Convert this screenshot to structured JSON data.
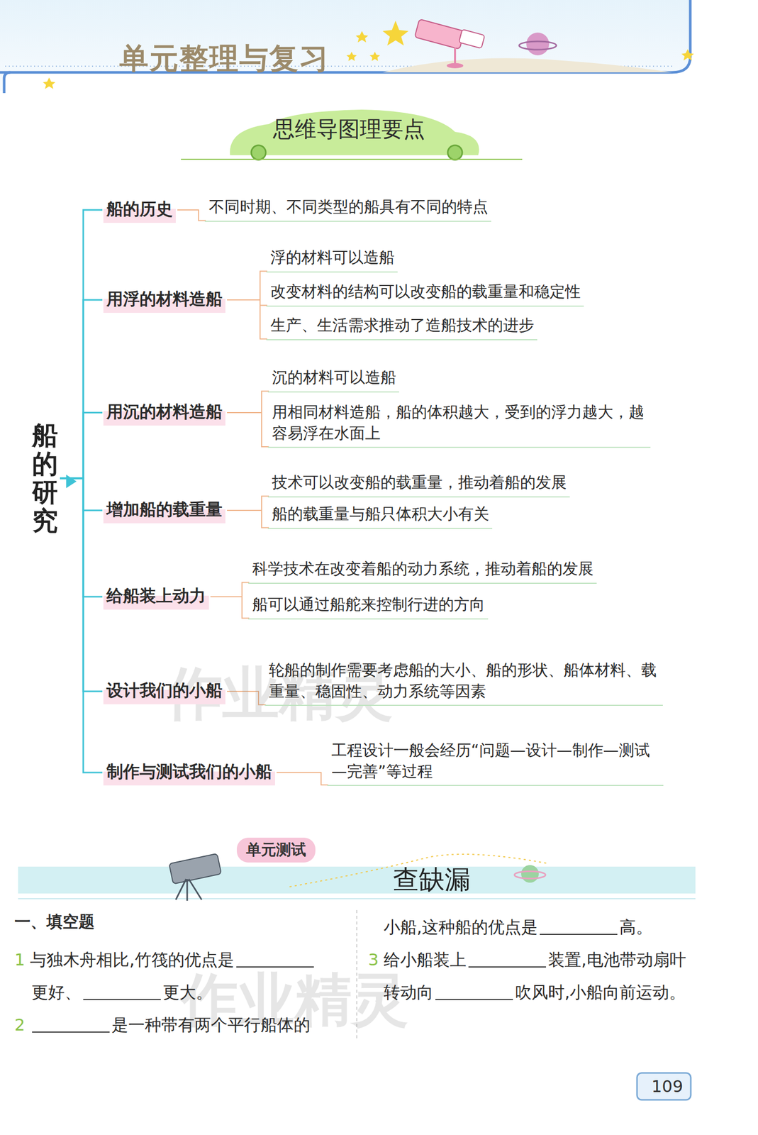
{
  "diagram": {
    "title": "单元整理与复习",
    "nodes": [
      {
        "text": [
          "船的研究"
        ]
      },
      {
        "text": [
          "船的历史"
        ]
      },
      {
        "text": [
          "不同时期、不同类型的船具有不同的特点"
        ]
      },
      {
        "text": [
          "用浮的材料造船"
        ]
      },
      {
        "text": [
          "浮的材料可以造船"
        ]
      },
      {
        "text": [
          "改变材料的结构可以改变船的载重量和稳定性"
        ]
      },
      {
        "text": [
          "生产、生活需求推动了造船技术的进步"
        ]
      },
      {
        "text": [
          "用沉的材料造船"
        ]
      },
      {
        "text": [
          "沉的材料可以造船"
        ]
      },
      {
        "text": [
          "用相同材料造船，船的体积越大，受到的浮力越大，越容易浮在水面上"
        ]
      },
      {
        "text": [
          "增加船的载重量"
        ]
      },
      {
        "text": [
          "技术可以改变船的载重量，推动着船的发展"
        ]
      },
      {
        "text": [
          "船的载重量与船只体积大小有关"
        ]
      },
      {
        "text": [
          "给船装上动力"
        ]
      },
      {
        "text": [
          "科学技术在改变着船的动力系统，推动着船的发展"
        ]
      },
      {
        "text": [
          "船可以通过船舵来控制行进的方向"
        ]
      },
      {
        "text": [
          "设计我们的小船"
        ]
      },
      {
        "text": [
          "轮船的制作需要考虑船的大小、船的形状、船体材料、载重量、稳固性、动力系统等因素"
        ]
      },
      {
        "text": [
          "制作与测试我们的小船"
        ]
      },
      {
        "text": [
          "工程设计一般会经历“问题—设计—制作—测试—完善”等过程"
        ]
      }
    ],
    "edges": [
      {
        "from": 0,
        "to": 1,
        "arrow": "none"
      },
      {
        "from": 0,
        "to": 3,
        "arrow": "none"
      },
      {
        "from": 0,
        "to": 7,
        "arrow": "none"
      },
      {
        "from": 0,
        "to": 10,
        "arrow": "none"
      },
      {
        "from": 0,
        "to": 13,
        "arrow": "none"
      },
      {
        "from": 0,
        "to": 16,
        "arrow": "none"
      },
      {
        "from": 0,
        "to": 18,
        "arrow": "none"
      },
      {
        "from": 1,
        "to": 2,
        "arrow": "none"
      },
      {
        "from": 3,
        "to": 4,
        "arrow": "none"
      },
      {
        "from": 3,
        "to": 5,
        "arrow": "none"
      },
      {
        "from": 3,
        "to": 6,
        "arrow": "none"
      },
      {
        "from": 7,
        "to": 8,
        "arrow": "none"
      },
      {
        "from": 7,
        "to": 9,
        "arrow": "none"
      },
      {
        "from": 10,
        "to": 11,
        "arrow": "none"
      },
      {
        "from": 10,
        "to": 12,
        "arrow": "none"
      },
      {
        "from": 13,
        "to": 14,
        "arrow": "none"
      },
      {
        "from": 13,
        "to": 15,
        "arrow": "none"
      },
      {
        "from": 16,
        "to": 17,
        "arrow": "none"
      },
      {
        "from": 18,
        "to": 19,
        "arrow": "none"
      }
    ],
    "labels": [
      "思维导图理要点",
      "单元测试",
      "查缺漏",
      "一、填空题",
      "1",
      "与独木舟相比,竹筏的优点是",
      "更好、",
      "更大。",
      "2",
      "是一种带有两个平行船体的",
      "小船,这种船的优点是",
      "高。",
      "3",
      "给小船装上",
      "装置,电池带动扇叶转动向",
      "吹风时,小船向前运动。",
      "109",
      "作业精灵",
      "作业精灵"
    ]
  }
}
